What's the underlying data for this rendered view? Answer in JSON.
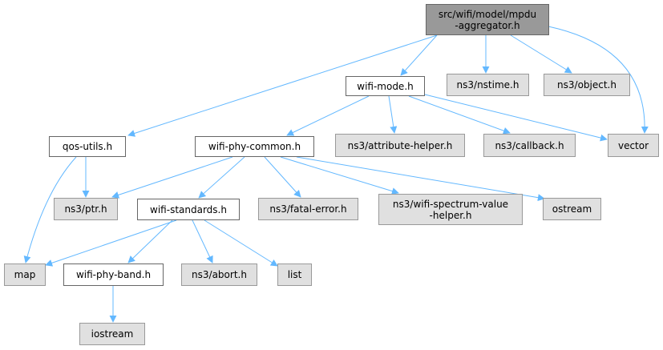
{
  "nodes": {
    "root": {
      "l1": "src/wifi/model/mpdu",
      "l2": "-aggregator.h"
    },
    "wifi_mode": "wifi-mode.h",
    "nstime": "ns3/nstime.h",
    "object": "ns3/object.h",
    "qos_utils": "qos-utils.h",
    "wifi_phy_common": "wifi-phy-common.h",
    "attribute_helper": "ns3/attribute-helper.h",
    "callback": "ns3/callback.h",
    "vector": "vector",
    "ptr": "ns3/ptr.h",
    "wifi_standards": "wifi-standards.h",
    "fatal_error": "ns3/fatal-error.h",
    "spectrum": {
      "l1": "ns3/wifi-spectrum-value",
      "l2": "-helper.h"
    },
    "ostream": "ostream",
    "map": "map",
    "wifi_phy_band": "wifi-phy-band.h",
    "abort": "ns3/abort.h",
    "list": "list",
    "iostream": "iostream"
  },
  "colors": {
    "edge": "#63b8ff",
    "root_fill": "#999999",
    "external_fill": "#e0e0e0",
    "local_fill": "#ffffff"
  }
}
